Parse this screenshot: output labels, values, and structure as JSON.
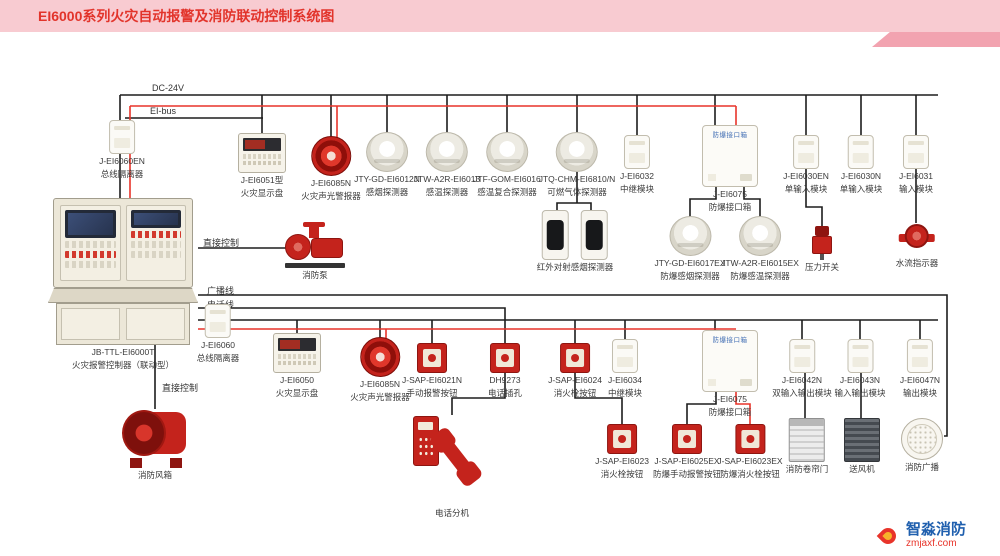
{
  "header": {
    "title": "EI6000系列火灾自动报警及消防联动控制系统图"
  },
  "annotations": {
    "dc24v": "DC-24V",
    "eibus": "EI-bus",
    "direct_control_top": "直接控制",
    "broadcast_line": "广播线",
    "phone_line": "电话线",
    "direct_control_bottom": "直接控制"
  },
  "console": {
    "line1": "JB-TTL-EI6000T",
    "line2": "火灾报警控制器（联动型）"
  },
  "devices": [
    {
      "line1": "J-EI6060EN",
      "line2": "总线隔离器"
    },
    {
      "line1": "J-EI6051型",
      "line2": "火灾显示盘"
    },
    {
      "line1": "J-EI6085N",
      "line2": "火灾声光警报器"
    },
    {
      "line1": "JTY-GD-EI6012N",
      "line2": "感烟探测器"
    },
    {
      "line1": "JTW-A2R-EI6013",
      "line2": "感温探测器"
    },
    {
      "line1": "JTF-GOM-EI6016",
      "line2": "感温复合探测器"
    },
    {
      "line1": "JTQ-CHM-EI6810/N",
      "line2": "可燃气体探测器"
    },
    {
      "line1": "J-EI6032",
      "line2": "中继模块"
    },
    {
      "title": "防爆接口箱",
      "line1": "J-EI6075",
      "line2": "防爆接口箱"
    },
    {
      "line1": "J-EI6030EN",
      "line2": "单输入模块"
    },
    {
      "line1": "J-EI6030N",
      "line2": "单输入模块"
    },
    {
      "line1": "J-EI6031",
      "line2": "输入模块"
    },
    {
      "line1": "消防泵"
    },
    {
      "line1": "红外对射感烟探测器"
    },
    {
      "line1": "JTY-GD-EI6017EX",
      "line2": "防爆感烟探测器"
    },
    {
      "line1": "JTW-A2R-EI6015EX",
      "line2": "防爆感温探测器"
    },
    {
      "line1": "压力开关"
    },
    {
      "line1": "水流指示器"
    },
    {
      "line1": "J-EI6060",
      "line2": "总线隔离器"
    },
    {
      "line1": "J-EI6050",
      "line2": "火灾显示盘"
    },
    {
      "line1": "J-EI6085N",
      "line2": "火灾声光警报器"
    },
    {
      "line1": "J-SAP-EI6021N",
      "line2": "手动报警按钮"
    },
    {
      "line1": "DH9273",
      "line2": "电话插孔"
    },
    {
      "line1": "J-SAP-EI6024",
      "line2": "消火栓按钮"
    },
    {
      "line1": "J-EI6034",
      "line2": "中继模块"
    },
    {
      "title": "防爆接口箱",
      "line1": "J-EI6075",
      "line2": "防爆接口箱"
    },
    {
      "line1": "J-EI6042N",
      "line2": "双输入输出模块"
    },
    {
      "line1": "J-EI6043N",
      "line2": "输入输出模块"
    },
    {
      "line1": "J-EI6047N",
      "line2": "输出模块"
    },
    {
      "line1": "消防风箱"
    },
    {
      "line1": "电话分机"
    },
    {
      "line1": "J-SAP-EI6023",
      "line2": "消火栓按钮"
    },
    {
      "line1": "J-SAP-EI6025EX",
      "line2": "防爆手动报警按钮"
    },
    {
      "line1": "J-SAP-EI6023EX",
      "line2": "防爆消火栓按钮"
    },
    {
      "line1": "消防卷帘门"
    },
    {
      "line1": "送风机"
    },
    {
      "line1": "消防广播"
    }
  ],
  "logo": {
    "brand": "智淼消防",
    "site": "zmjaxf.com"
  },
  "colors": {
    "wire_black": "#1d1d1d",
    "wire_red": "#e8342a",
    "device_red": "#c4231c",
    "header_pink": "#f8cbd1",
    "title_red": "#e2342b"
  }
}
